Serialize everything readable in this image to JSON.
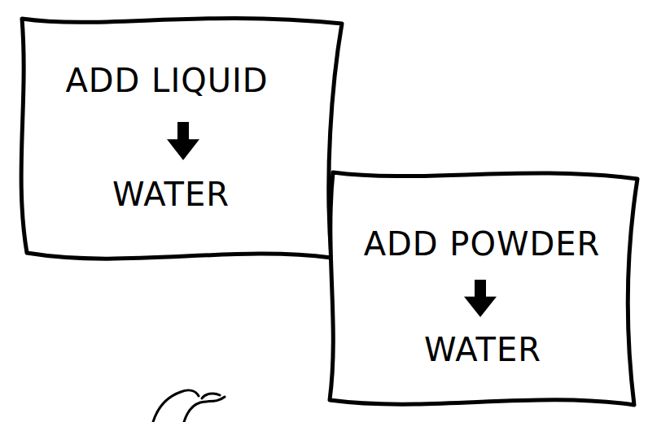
{
  "diagram": {
    "nodes": [
      {
        "text": [
          "ADD LIQUID",
          "WATER"
        ]
      },
      {
        "text": [
          "ADD POWDER",
          "WATER"
        ]
      }
    ]
  }
}
